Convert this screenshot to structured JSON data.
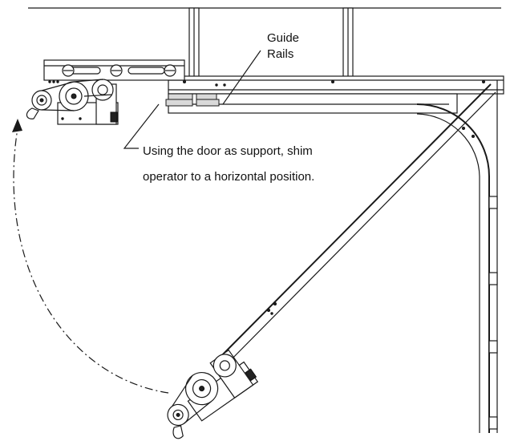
{
  "labels": {
    "guide_rails_line1": "Guide",
    "guide_rails_line2": "Rails",
    "instruction_line1": "Using the door as support, shim",
    "instruction_line2": "operator to a horizontal position."
  },
  "colors": {
    "line": "#1a1a1a",
    "background": "#ffffff",
    "shim": "#d9d9d9"
  },
  "icons": {
    "arc_arrow": "curved-dashed-arrow-icon"
  }
}
